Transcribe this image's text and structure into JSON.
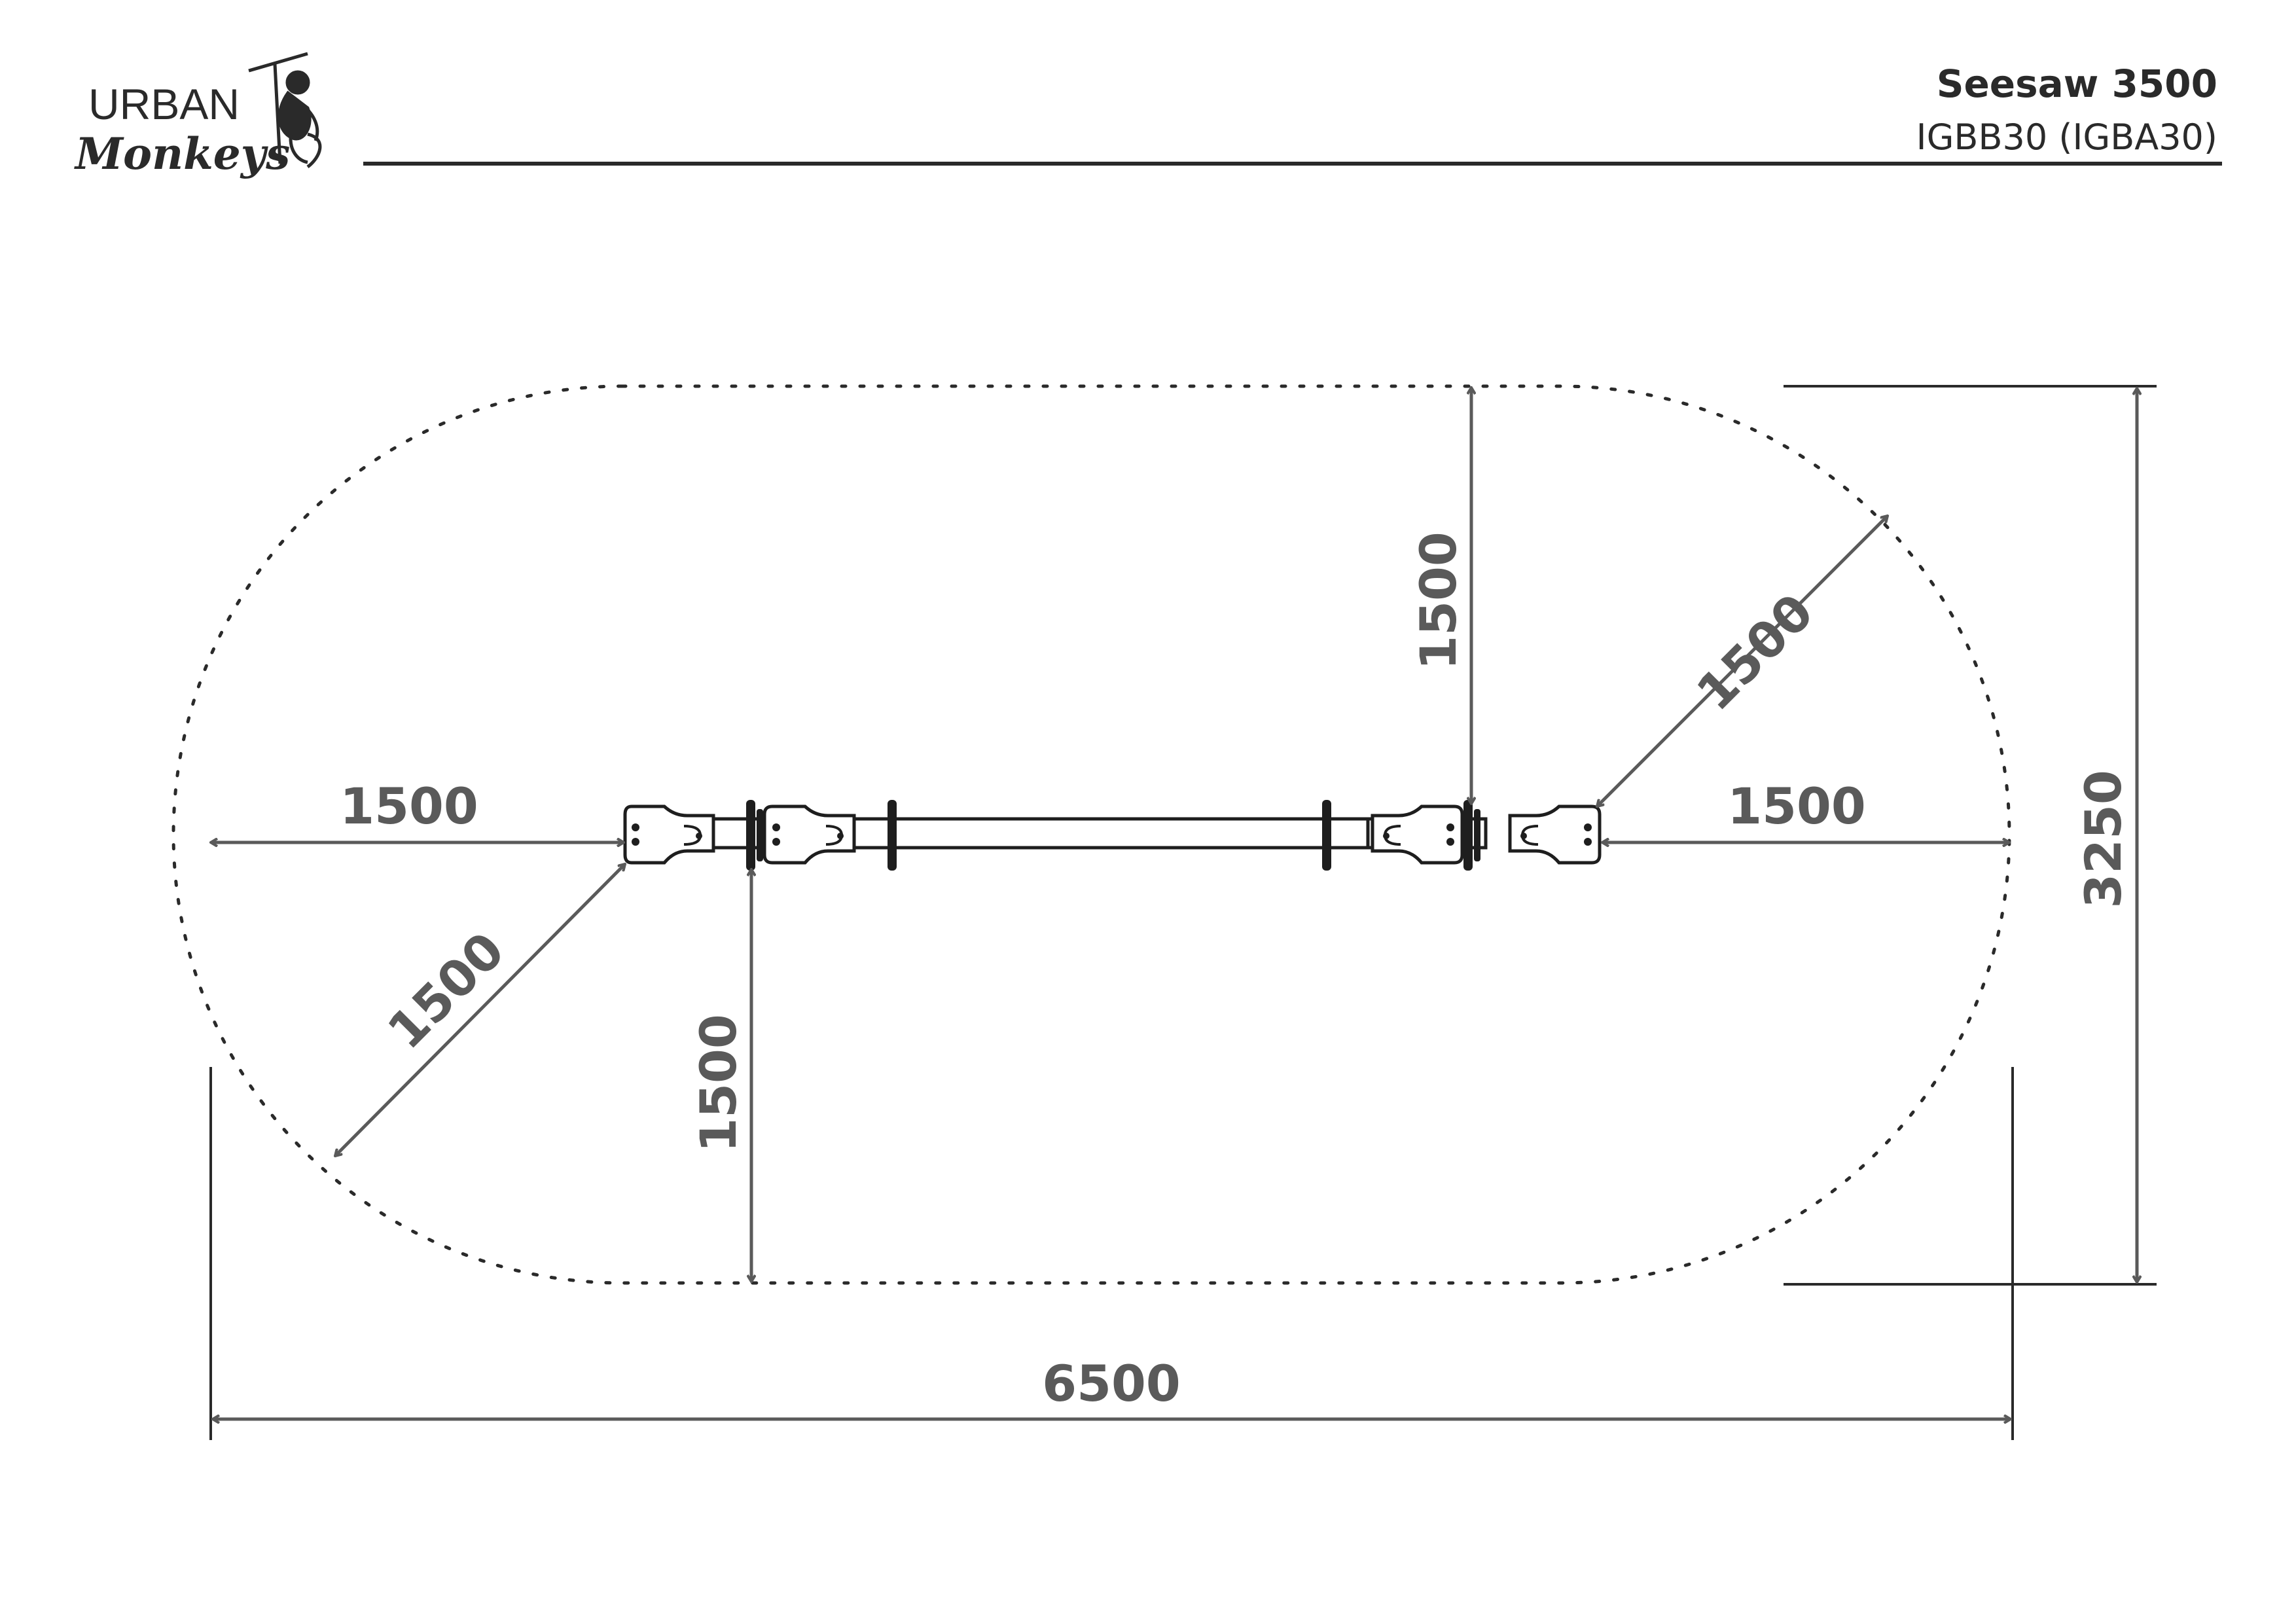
{
  "header": {
    "brand_line1": "URBAN",
    "brand_line2": "Monkeys",
    "logo_icon": "monkey-on-bar-icon",
    "product_title": "Seesaw 3500",
    "product_code": "IGBB30 (IGBA30)"
  },
  "dimensions": {
    "left_clearance": "1500",
    "left_diagonal": "1500",
    "bottom_clearance": "1500",
    "top_clearance": "1500",
    "right_diagonal": "1500",
    "right_clearance": "1500",
    "overall_width": "6500",
    "overall_depth": "3250"
  },
  "colors": {
    "dimension": "#5a5a5a",
    "line": "#1e1e1e"
  }
}
